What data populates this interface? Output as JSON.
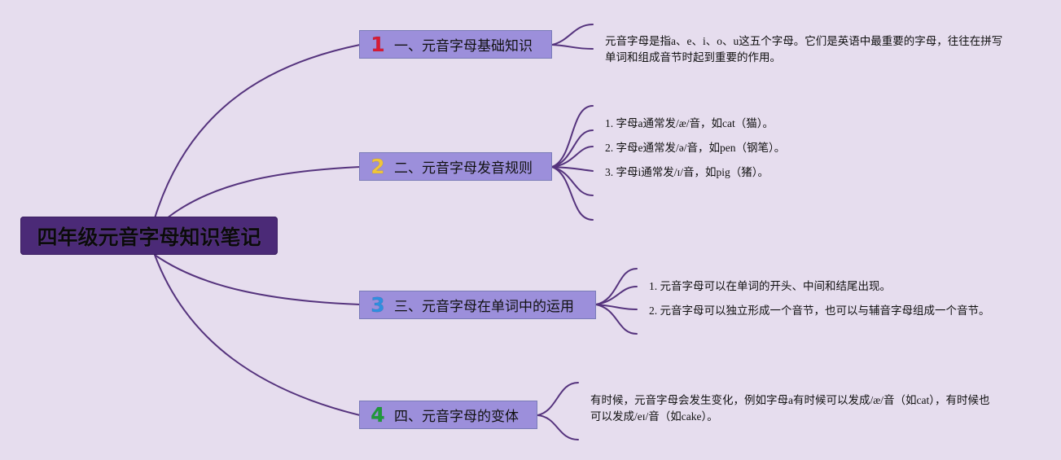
{
  "root": {
    "title": "四年级元音字母知识笔记"
  },
  "colors": {
    "line": "#55337d",
    "num1": "#d81b35",
    "num2": "#f0c53a",
    "num3": "#2f8fe0",
    "num4": "#1f9a3a"
  },
  "branches": [
    {
      "number": "1",
      "label": "一、元音字母基础知识",
      "leaves": [
        "元音字母是指a、e、i、o、u这五个字母。它们是英语中最重要的字母，往往在拼写单词和组成音节时起到重要的作用。"
      ]
    },
    {
      "number": "2",
      "label": "二、元音字母发音规则",
      "leaves": [
        "1. 字母a通常发/æ/音，如cat（猫）。",
        "2. 字母e通常发/ə/音，如pen（钢笔）。",
        "3. 字母i通常发/ɪ/音，如pig（猪）。"
      ]
    },
    {
      "number": "3",
      "label": "三、元音字母在单词中的运用",
      "leaves": [
        "1. 元音字母可以在单词的开头、中间和结尾出现。",
        "2. 元音字母可以独立形成一个音节，也可以与辅音字母组成一个音节。"
      ]
    },
    {
      "number": "4",
      "label": "四、元音字母的变体",
      "leaves": [
        "有时候，元音字母会发生变化，例如字母a有时候可以发成/æ/音（如cat），有时候也可以发成/eɪ/音（如cake）。"
      ]
    }
  ]
}
